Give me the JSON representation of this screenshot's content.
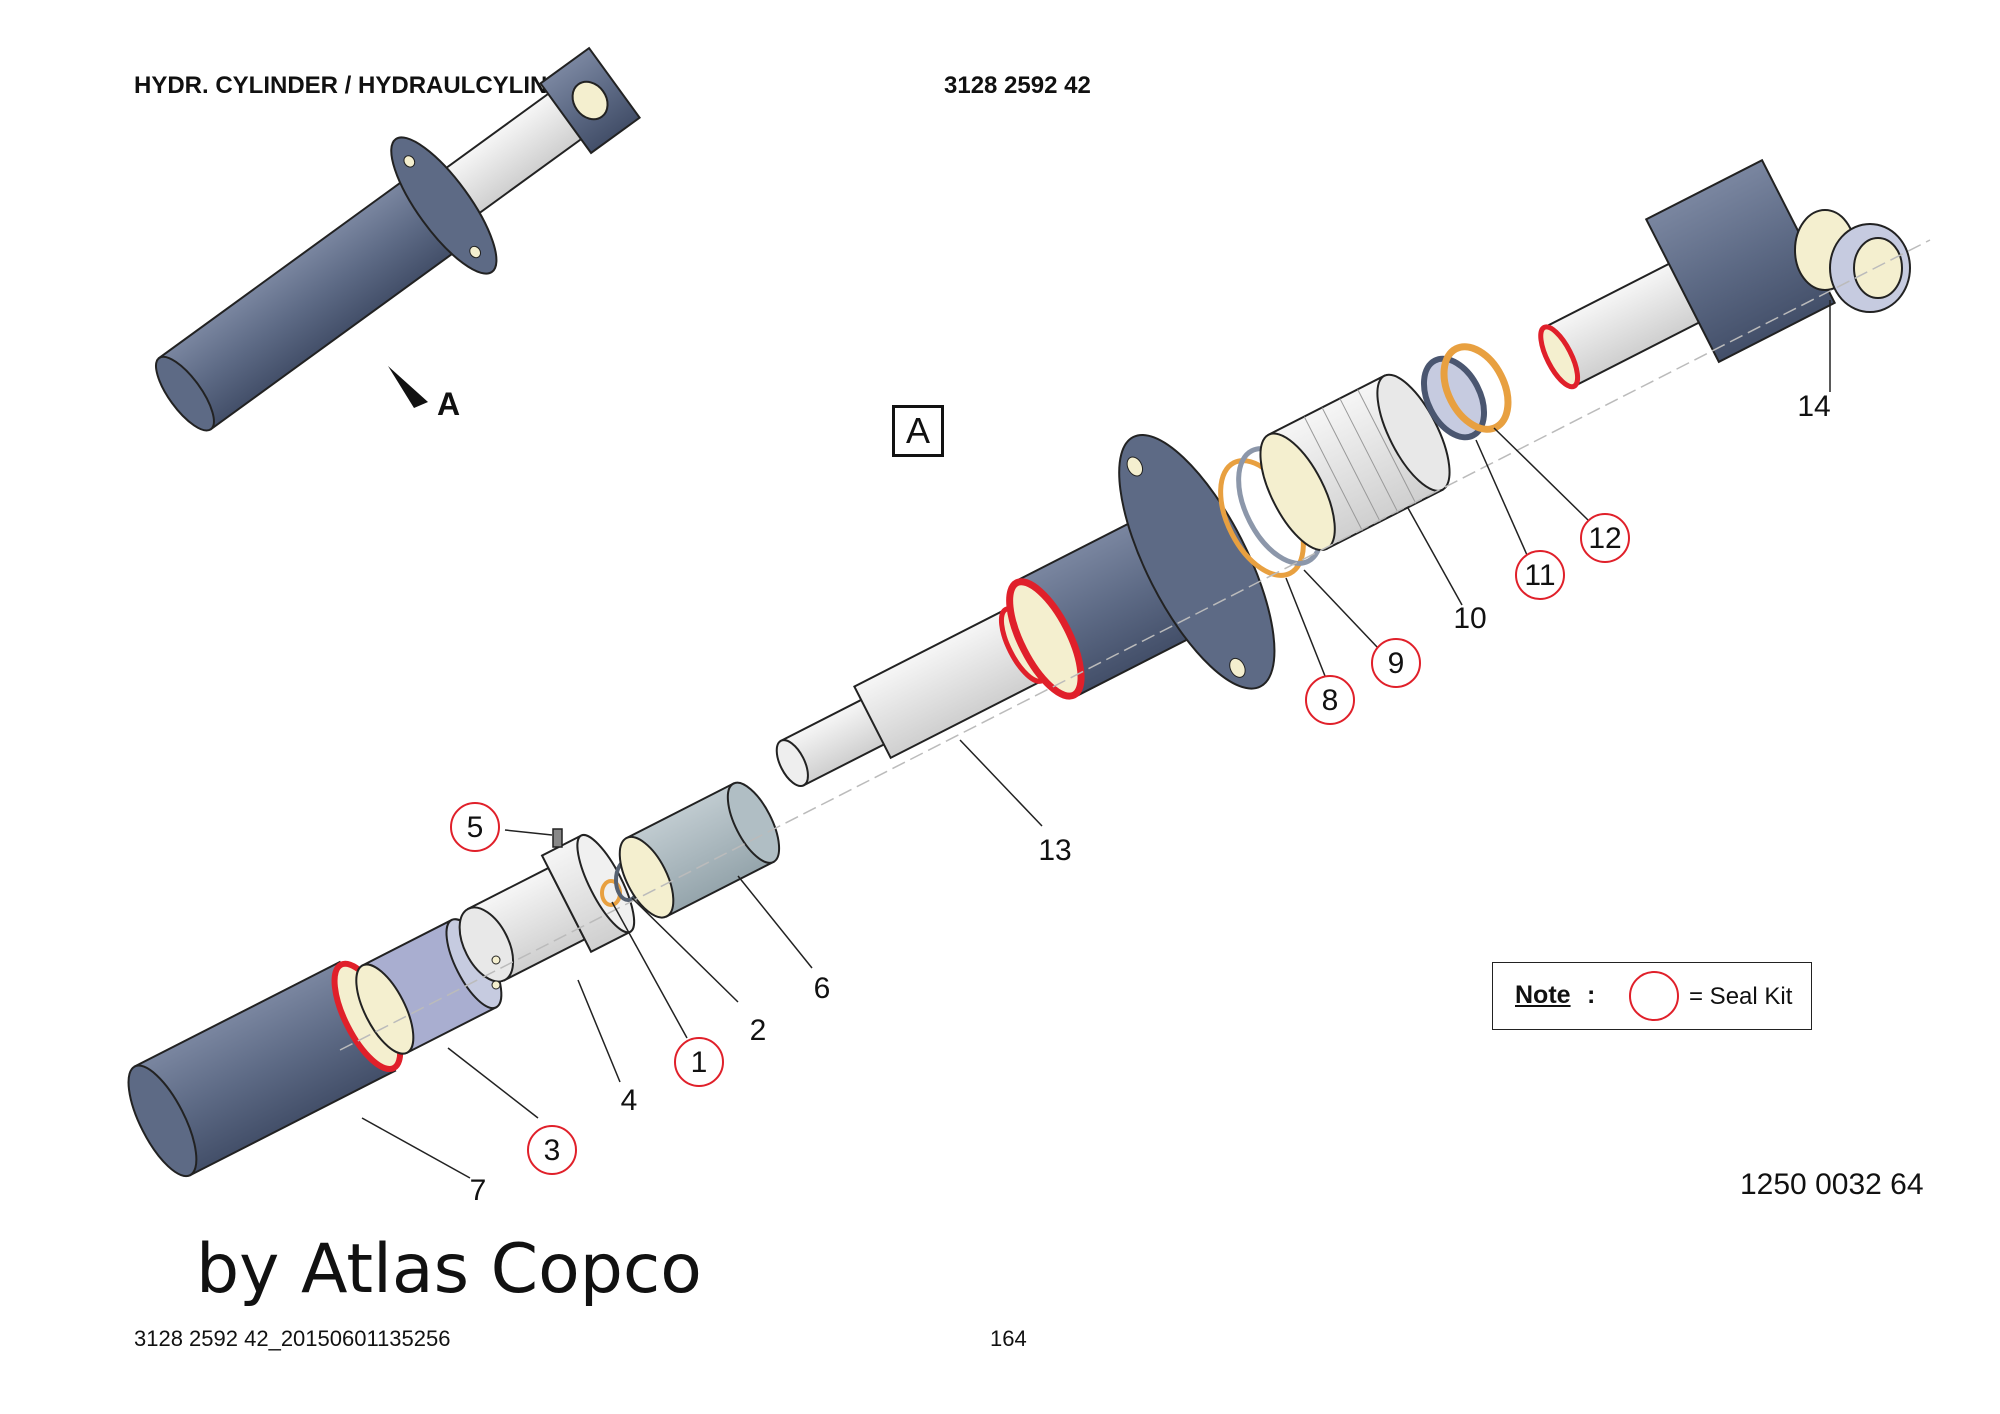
{
  "header": {
    "title": "HYDR. CYLINDER / HYDRAULCYLINDER",
    "doc_number": "3128 2592 42"
  },
  "view": {
    "callout_letter": "A",
    "box_letter": "A"
  },
  "parts": [
    {
      "number": "1",
      "seal_kit": true
    },
    {
      "number": "2",
      "seal_kit": false
    },
    {
      "number": "3",
      "seal_kit": true
    },
    {
      "number": "4",
      "seal_kit": false
    },
    {
      "number": "5",
      "seal_kit": true
    },
    {
      "number": "6",
      "seal_kit": false
    },
    {
      "number": "7",
      "seal_kit": false
    },
    {
      "number": "8",
      "seal_kit": true
    },
    {
      "number": "9",
      "seal_kit": true
    },
    {
      "number": "10",
      "seal_kit": false
    },
    {
      "number": "11",
      "seal_kit": true
    },
    {
      "number": "12",
      "seal_kit": true
    },
    {
      "number": "13",
      "seal_kit": false
    },
    {
      "number": "14",
      "seal_kit": false
    }
  ],
  "note": {
    "label": "Note",
    "colon": ":",
    "text": "= Seal Kit"
  },
  "drawing_number": "1250 0032 64",
  "watermark": "by Atlas Copco",
  "footer": {
    "file_id": "3128 2592 42_20150601135256",
    "page": "164"
  },
  "colors": {
    "body": "#5d6a85",
    "body_dark": "#434f69",
    "light_metal": "#e4e4e4",
    "seal_red": "#e0202a",
    "ring_orange": "#e8a040",
    "bushing": "#c6cbe0",
    "inner_cream": "#f4efcf"
  }
}
